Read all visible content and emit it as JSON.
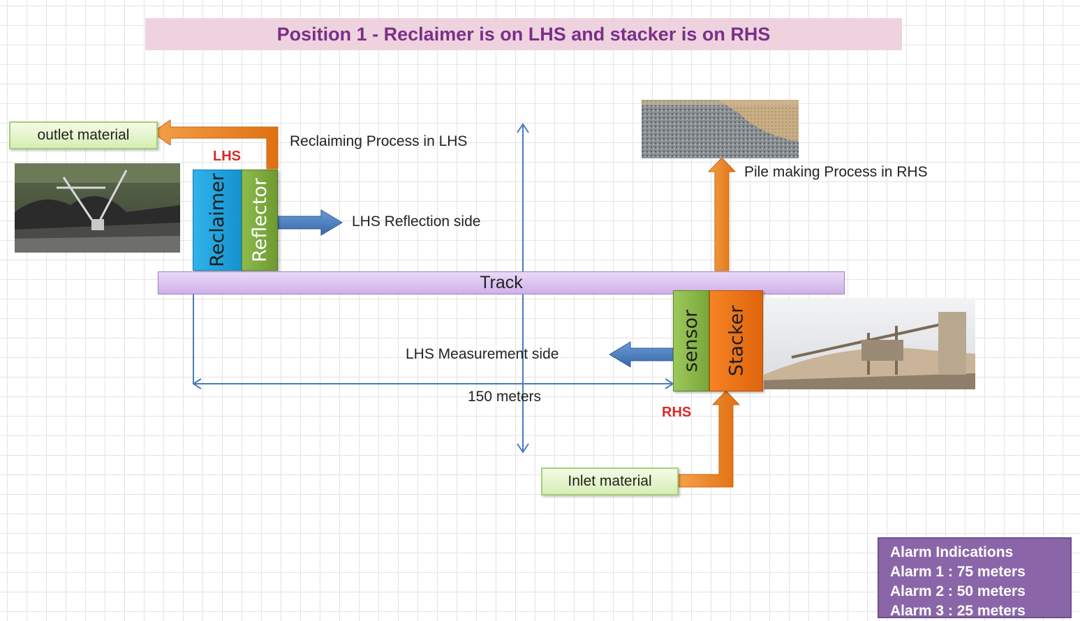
{
  "title": "Position 1 - Reclaimer is on LHS and stacker is on RHS",
  "outlet_material": "outlet material",
  "inlet_material": "Inlet material",
  "lhs_label": "LHS",
  "rhs_label": "RHS",
  "reclaimer": "Reclaimer",
  "reflector": "Reflector",
  "sensor": "sensor",
  "stacker": "Stacker",
  "track": "Track",
  "reclaiming_process": "Reclaiming Process in LHS",
  "pile_making_process": "Pile making Process in RHS",
  "lhs_reflection_side": "LHS Reflection side",
  "lhs_measurement_side": "LHS Measurement side",
  "distance": "150 meters",
  "alarm": {
    "heading": "Alarm Indications",
    "lines": [
      "Alarm 1 : 75 meters",
      "Alarm 2 : 50 meters",
      "Alarm 3 : 25 meters"
    ]
  },
  "colors": {
    "reclaimer": "#1aa3df",
    "reflector": "#7dab3d",
    "sensor": "#8cbd4f",
    "stacker": "#ee7218",
    "orange_arrow": "#f08a2a",
    "blue_arrow": "#4a7cba",
    "title_text": "#7a2f8a",
    "alarm_box": "#8a66a8"
  }
}
